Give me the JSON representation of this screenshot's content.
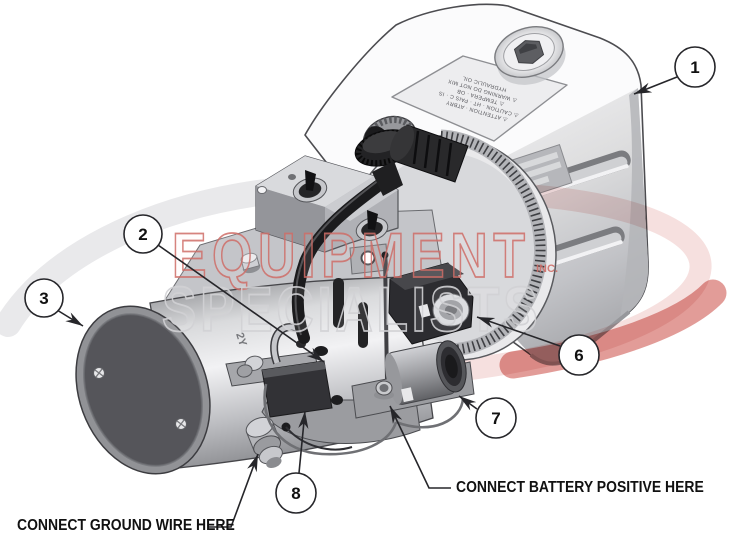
{
  "watermark": {
    "line1": "EQUIPMENT",
    "line2": "SPECIALISTS",
    "suffix": "INC."
  },
  "colors": {
    "watermark_red": "#cf6e68",
    "watermark_gray": "#d2d2d5",
    "swoosh_pink": "#f0cbc9",
    "swoosh_red": "#db837e",
    "swoosh_gray": "#e9e9eb",
    "ink": "#26262a"
  },
  "callouts": [
    {
      "number": "1"
    },
    {
      "number": "2"
    },
    {
      "number": "3"
    },
    {
      "number": "6"
    },
    {
      "number": "7"
    },
    {
      "number": "8"
    }
  ],
  "labels": {
    "ground": "CONNECT GROUND WIRE HERE",
    "battery": "CONNECT BATTERY POSITIVE HERE"
  },
  "tank_label": {
    "lines": [
      "⚠ ATTENTION · ATBRY",
      "⚠ CAUTION · HT · PAIS C · IS",
      "⚠ TEMPERA · OB",
      "⚠ WARNING DO NOT MIX",
      "HYDRAULIC OIL"
    ]
  },
  "machine": {
    "motor_marking": "2Y"
  }
}
